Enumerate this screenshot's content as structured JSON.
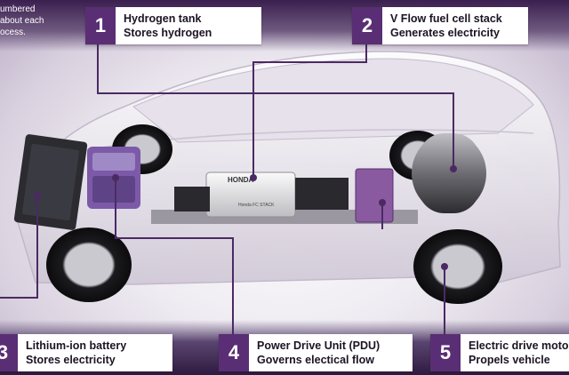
{
  "intro_text": [
    "umbered",
    "about each",
    "ocess."
  ],
  "colors": {
    "accent": "#5a2e74",
    "band": "#3a1f4f",
    "line": "#4b2a63"
  },
  "callouts": [
    {
      "number": "1",
      "title": "Hydrogen tank",
      "desc": "Stores hydrogen"
    },
    {
      "number": "2",
      "title": "V Flow fuel cell stack",
      "desc": "Generates electricity"
    },
    {
      "number": "3",
      "title": "Lithium-ion battery",
      "desc": "Stores electricity"
    },
    {
      "number": "4",
      "title": "Power Drive Unit (PDU)",
      "desc": "Governs electical flow"
    },
    {
      "number": "5",
      "title": "Electric drive moto",
      "desc": "Propels vehicle"
    }
  ],
  "stack_label": "HONDA",
  "stack_sublabel": "Honda FC STACK"
}
